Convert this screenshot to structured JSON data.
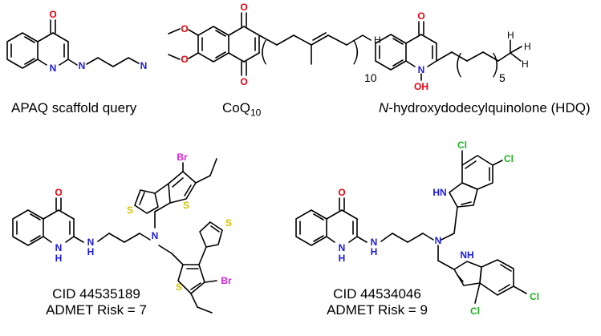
{
  "colors": {
    "oxygen": "#e8000b",
    "nitrogen": "#1a1adc",
    "sulfur": "#d6c100",
    "bromine": "#d020d8",
    "chlorine": "#1fb31f",
    "bond": "#000000"
  },
  "atoms": {
    "O": "O",
    "N": "N",
    "NH": "NH",
    "HN": "HN",
    "H": "H",
    "S": "S",
    "Br": "Br",
    "Cl": "Cl",
    "OH": "OH"
  },
  "counts": {
    "coq_repeat": "10",
    "hdq_repeat": "5"
  },
  "labels": {
    "apaq": "APAQ scaffold query",
    "coq_main": "CoQ",
    "coq_sub": "10",
    "hdq_italic": "N",
    "hdq_rest": "-hydroxydodecylquinolone (HDQ)",
    "c1_cid": "CID 44535189",
    "c1_risk": "ADMET Risk = 7",
    "c2_cid": "CID 44534046",
    "c2_risk": "ADMET Risk = 9"
  }
}
